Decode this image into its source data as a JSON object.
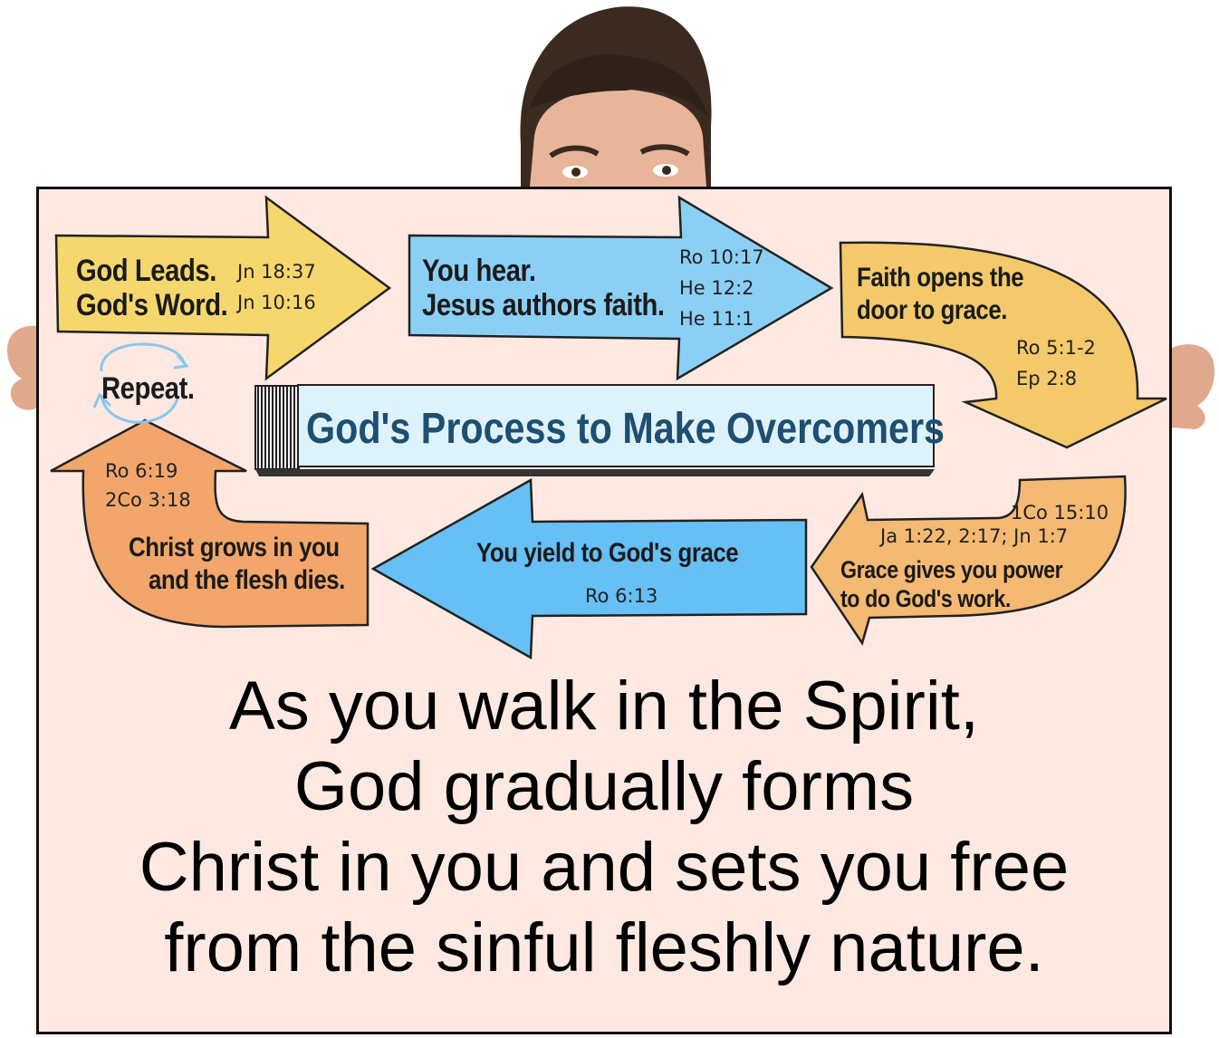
{
  "diagram": {
    "title": "God's Process to Make Overcomers",
    "repeat_label": "Repeat.",
    "steps": [
      {
        "lines": [
          "God Leads.",
          "God's Word."
        ],
        "refs": [
          "Jn 18:37",
          "Jn 10:16"
        ],
        "color": "#f5d76e"
      },
      {
        "lines": [
          "You hear.",
          "Jesus authors faith."
        ],
        "refs": [
          "Ro 10:17",
          "He 12:2",
          "He 11:1"
        ],
        "color": "#8ccff5"
      },
      {
        "lines": [
          "Faith opens the",
          "door to grace."
        ],
        "refs": [
          "Ro 5:1-2",
          "Ep 2:8"
        ],
        "color": "#f3c96b"
      },
      {
        "lines": [
          "Grace gives you power",
          "to do God's work."
        ],
        "refs": [
          "1Co 15:10",
          "Ja 1:22, 2:17; Jn 1:7"
        ],
        "color": "#f4b972"
      },
      {
        "lines": [
          "You yield to God's grace"
        ],
        "refs": [
          "Ro 6:13"
        ],
        "color": "#66bff5"
      },
      {
        "lines": [
          "Christ grows in you",
          "and the flesh dies."
        ],
        "refs": [
          "Ro 6:19",
          "2Co 3:18"
        ],
        "color": "#f2a66b"
      }
    ]
  },
  "message": {
    "lines": [
      "As you walk in the Spirit,",
      "God gradually forms",
      "Christ in you and sets you free",
      "from the sinful fleshly nature."
    ]
  },
  "colors": {
    "board": "#fde9e2",
    "title_text": "#1e4e70",
    "title_box": "#ddf2fb"
  }
}
